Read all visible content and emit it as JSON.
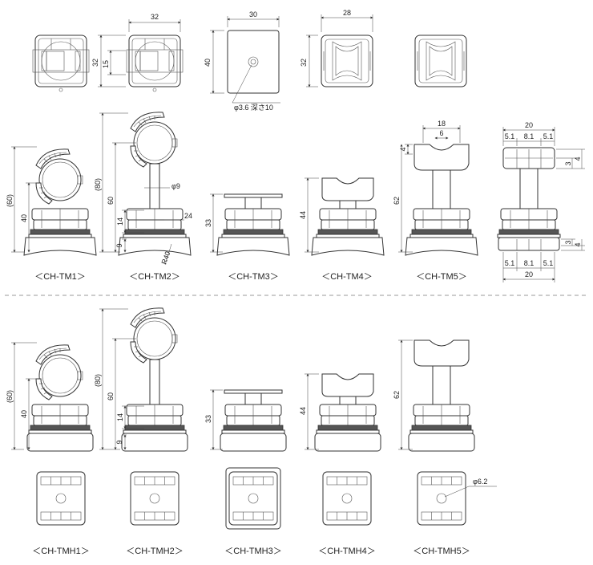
{
  "top_views": {
    "dims": [
      "32",
      "15",
      "32",
      "30",
      "40",
      "28",
      "32"
    ],
    "note": "φ3.6 深さ10"
  },
  "upper_row": {
    "dims": {
      "tm1": [
        "(60)",
        "40"
      ],
      "tm2": [
        "(80)",
        "60",
        "φ9",
        "14",
        "24",
        "9",
        "R40"
      ],
      "tm3": [
        "33"
      ],
      "tm4": [
        "44"
      ],
      "tm5": [
        "18",
        "6",
        "4",
        "62"
      ],
      "side": [
        "20",
        "5.1",
        "8.1",
        "5.1",
        "3",
        "4",
        "3",
        "4",
        "5.1",
        "8.1",
        "5.1",
        "20"
      ]
    },
    "labels": [
      "＜CH-TM1＞",
      "＜CH-TM2＞",
      "＜CH-TM3＞",
      "＜CH-TM4＞",
      "＜CH-TM5＞"
    ]
  },
  "lower_row": {
    "dims": {
      "tmh1": [
        "(60)",
        "40"
      ],
      "tmh2": [
        "(80)",
        "60",
        "14",
        "9"
      ],
      "tmh3": [
        "33"
      ],
      "tmh4": [
        "44"
      ],
      "tmh5": [
        "62"
      ]
    },
    "bottom_note": "φ6.2",
    "labels": [
      "＜CH-TMH1＞",
      "＜CH-TMH2＞",
      "＜CH-TMH3＞",
      "＜CH-TMH4＞",
      "＜CH-TMH5＞"
    ]
  }
}
